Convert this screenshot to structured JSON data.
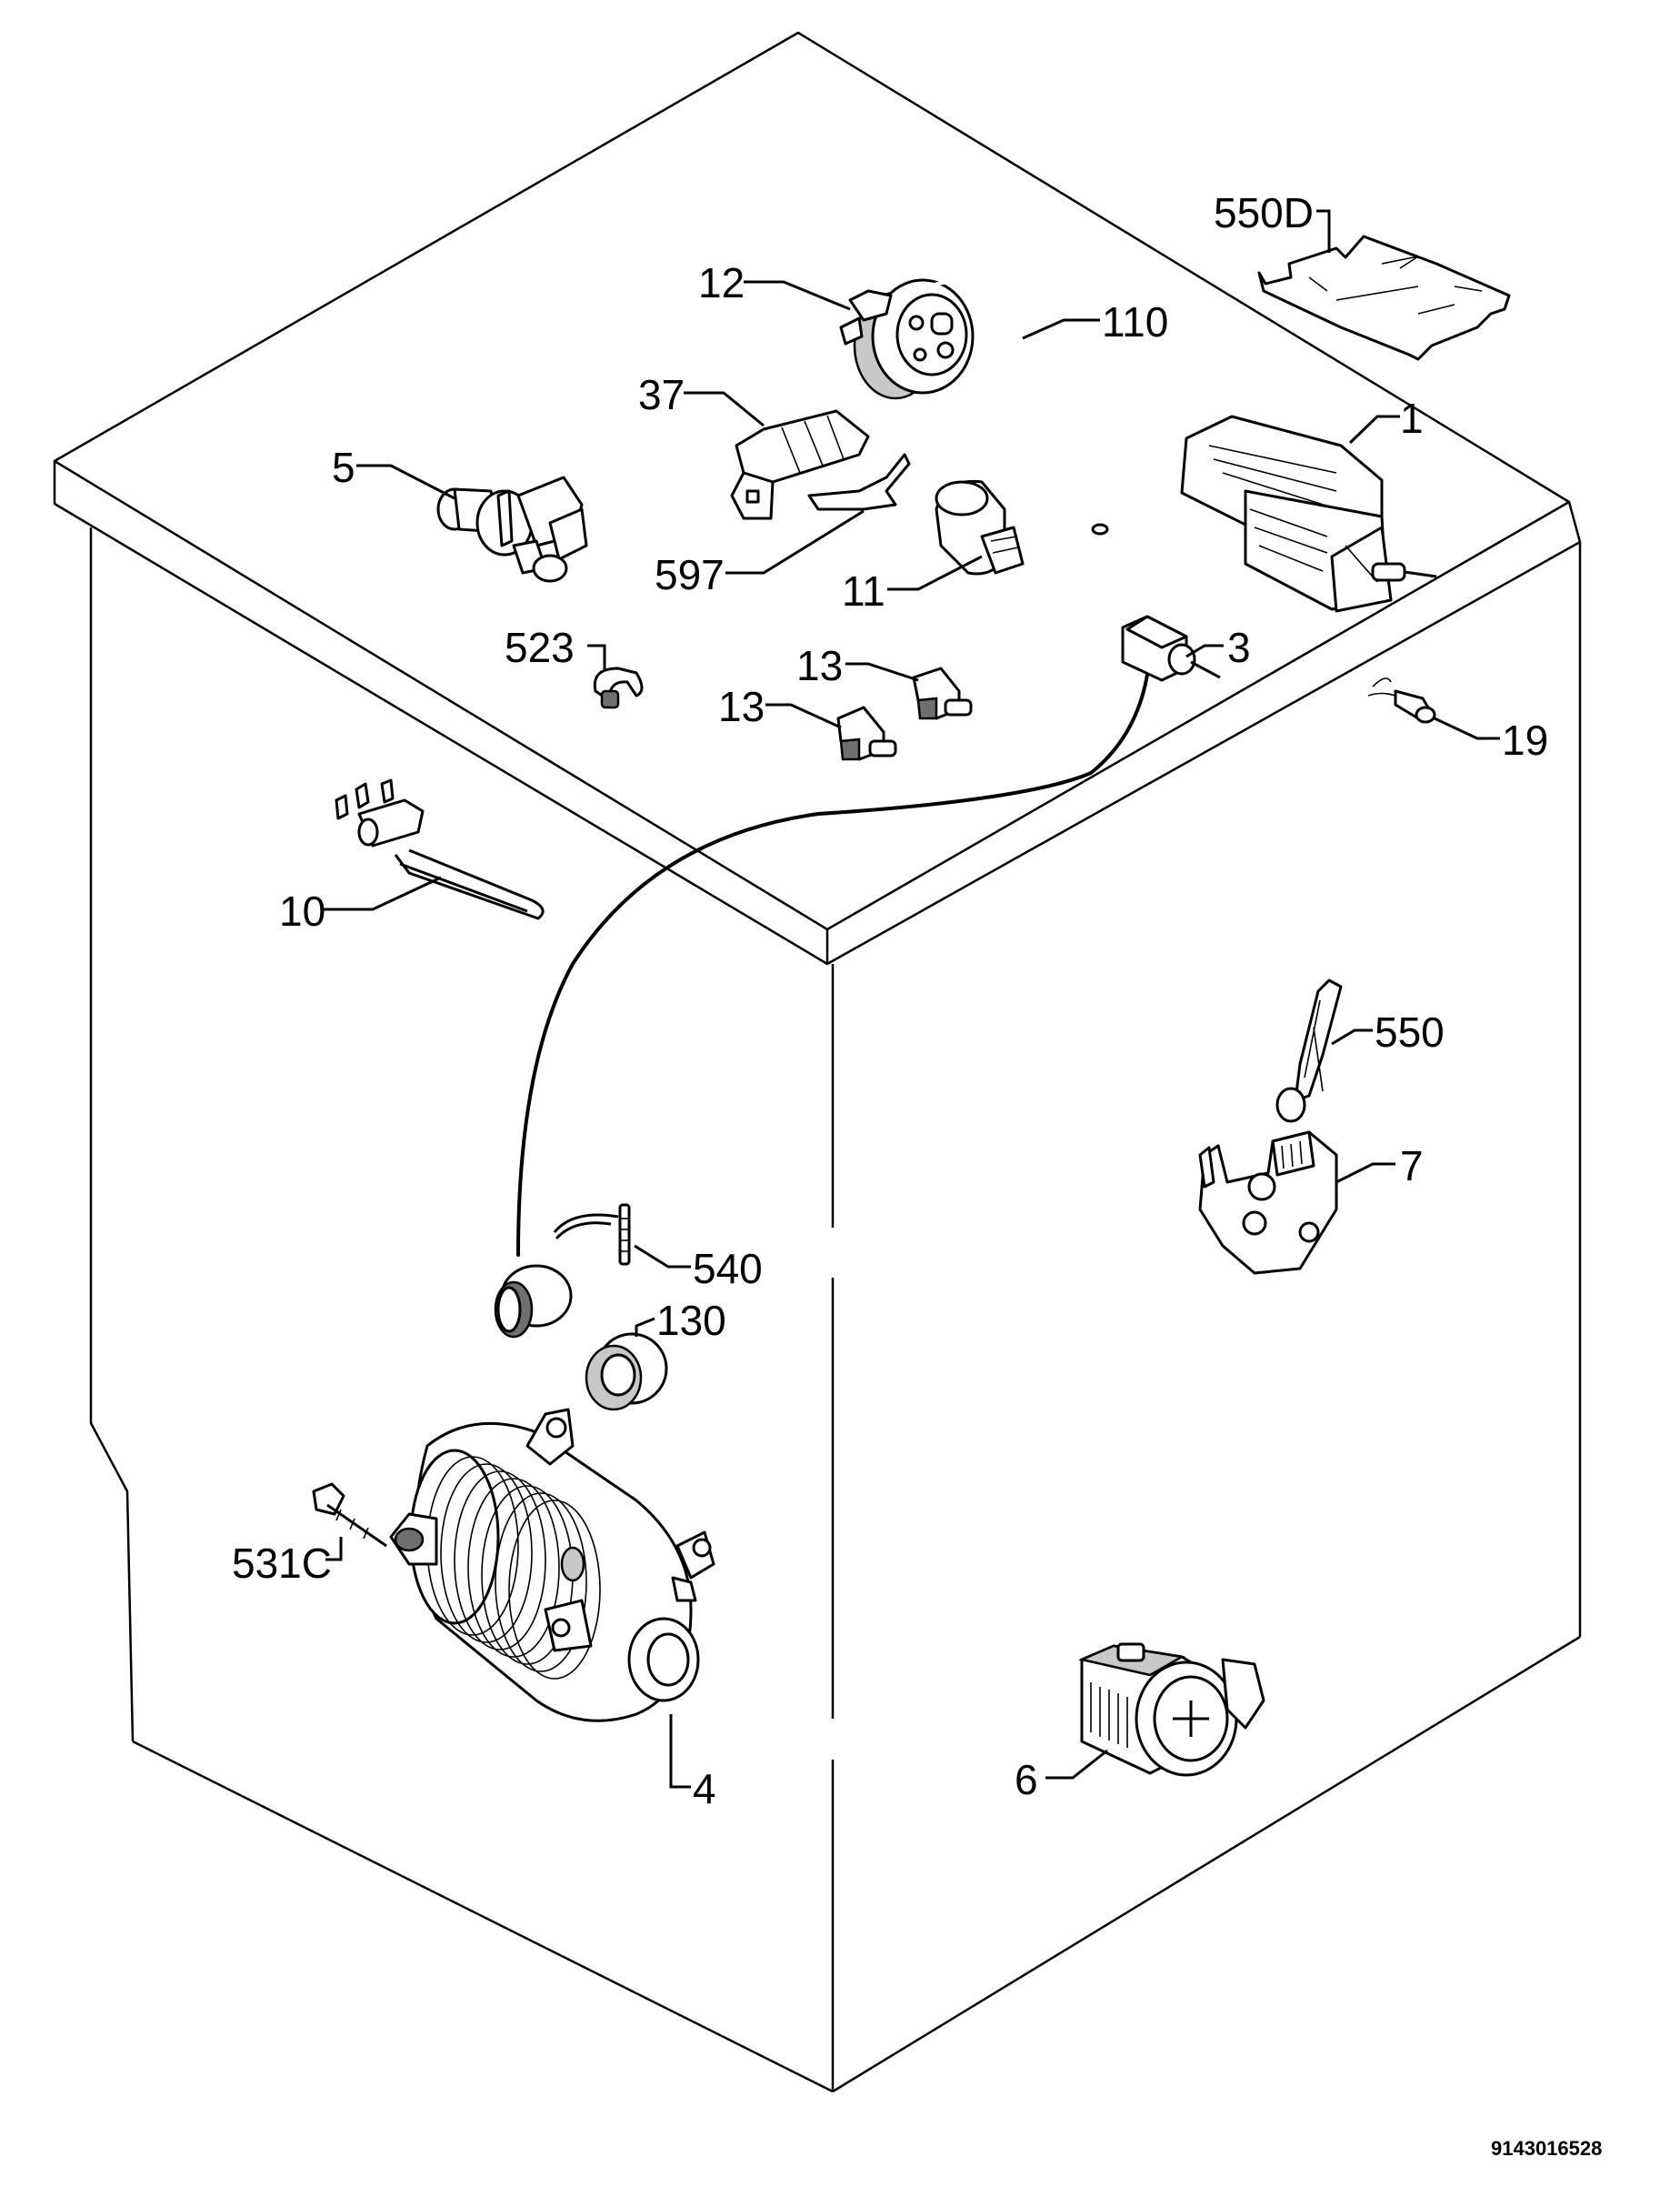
{
  "figure": {
    "labels": {
      "l550d": "550D",
      "l12": "12",
      "l110": "110",
      "l37": "37",
      "l1": "1",
      "l5": "5",
      "l597": "597",
      "l11": "11",
      "l523": "523",
      "l13a": "13",
      "l13b": "13",
      "l3": "3",
      "l19": "19",
      "l10": "10",
      "l550": "550",
      "l7": "7",
      "l540": "540",
      "l130": "130",
      "l531c": "531C",
      "l4": "4",
      "l6": "6"
    },
    "document_number": "9143016528"
  }
}
